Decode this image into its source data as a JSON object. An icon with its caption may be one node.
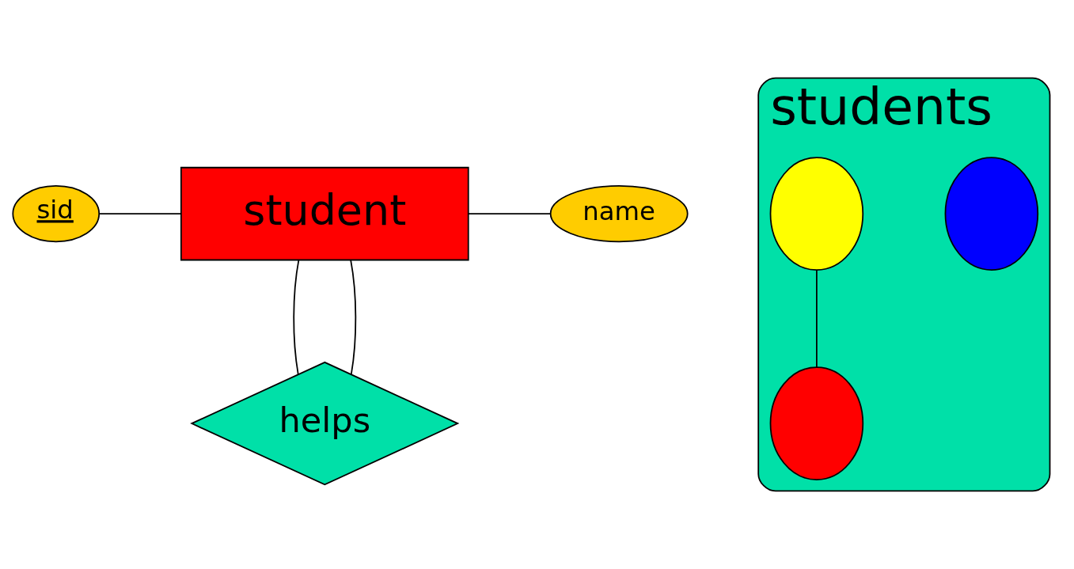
{
  "diagram": {
    "nodes": [
      {
        "text": [
          "sid"
        ]
      },
      {
        "text": [
          "student"
        ]
      },
      {
        "text": [
          "name"
        ]
      },
      {
        "text": [
          "helps"
        ]
      },
      {
        "text": [
          "students"
        ]
      },
      {
        "text": [],
        "shape": "circle",
        "in": 4
      },
      {
        "text": [],
        "shape": "circle",
        "in": 4
      },
      {
        "text": [],
        "shape": "circle",
        "in": 4
      }
    ],
    "edges": [
      {
        "from": 0,
        "to": 1,
        "arrow": "none"
      },
      {
        "from": 1,
        "to": 2,
        "arrow": "none"
      },
      {
        "from": 1,
        "to": 3,
        "arrow": "none"
      },
      {
        "from": 1,
        "to": 3,
        "arrow": "none"
      },
      {
        "from": 6,
        "to": 7,
        "arrow": "none"
      }
    ]
  }
}
